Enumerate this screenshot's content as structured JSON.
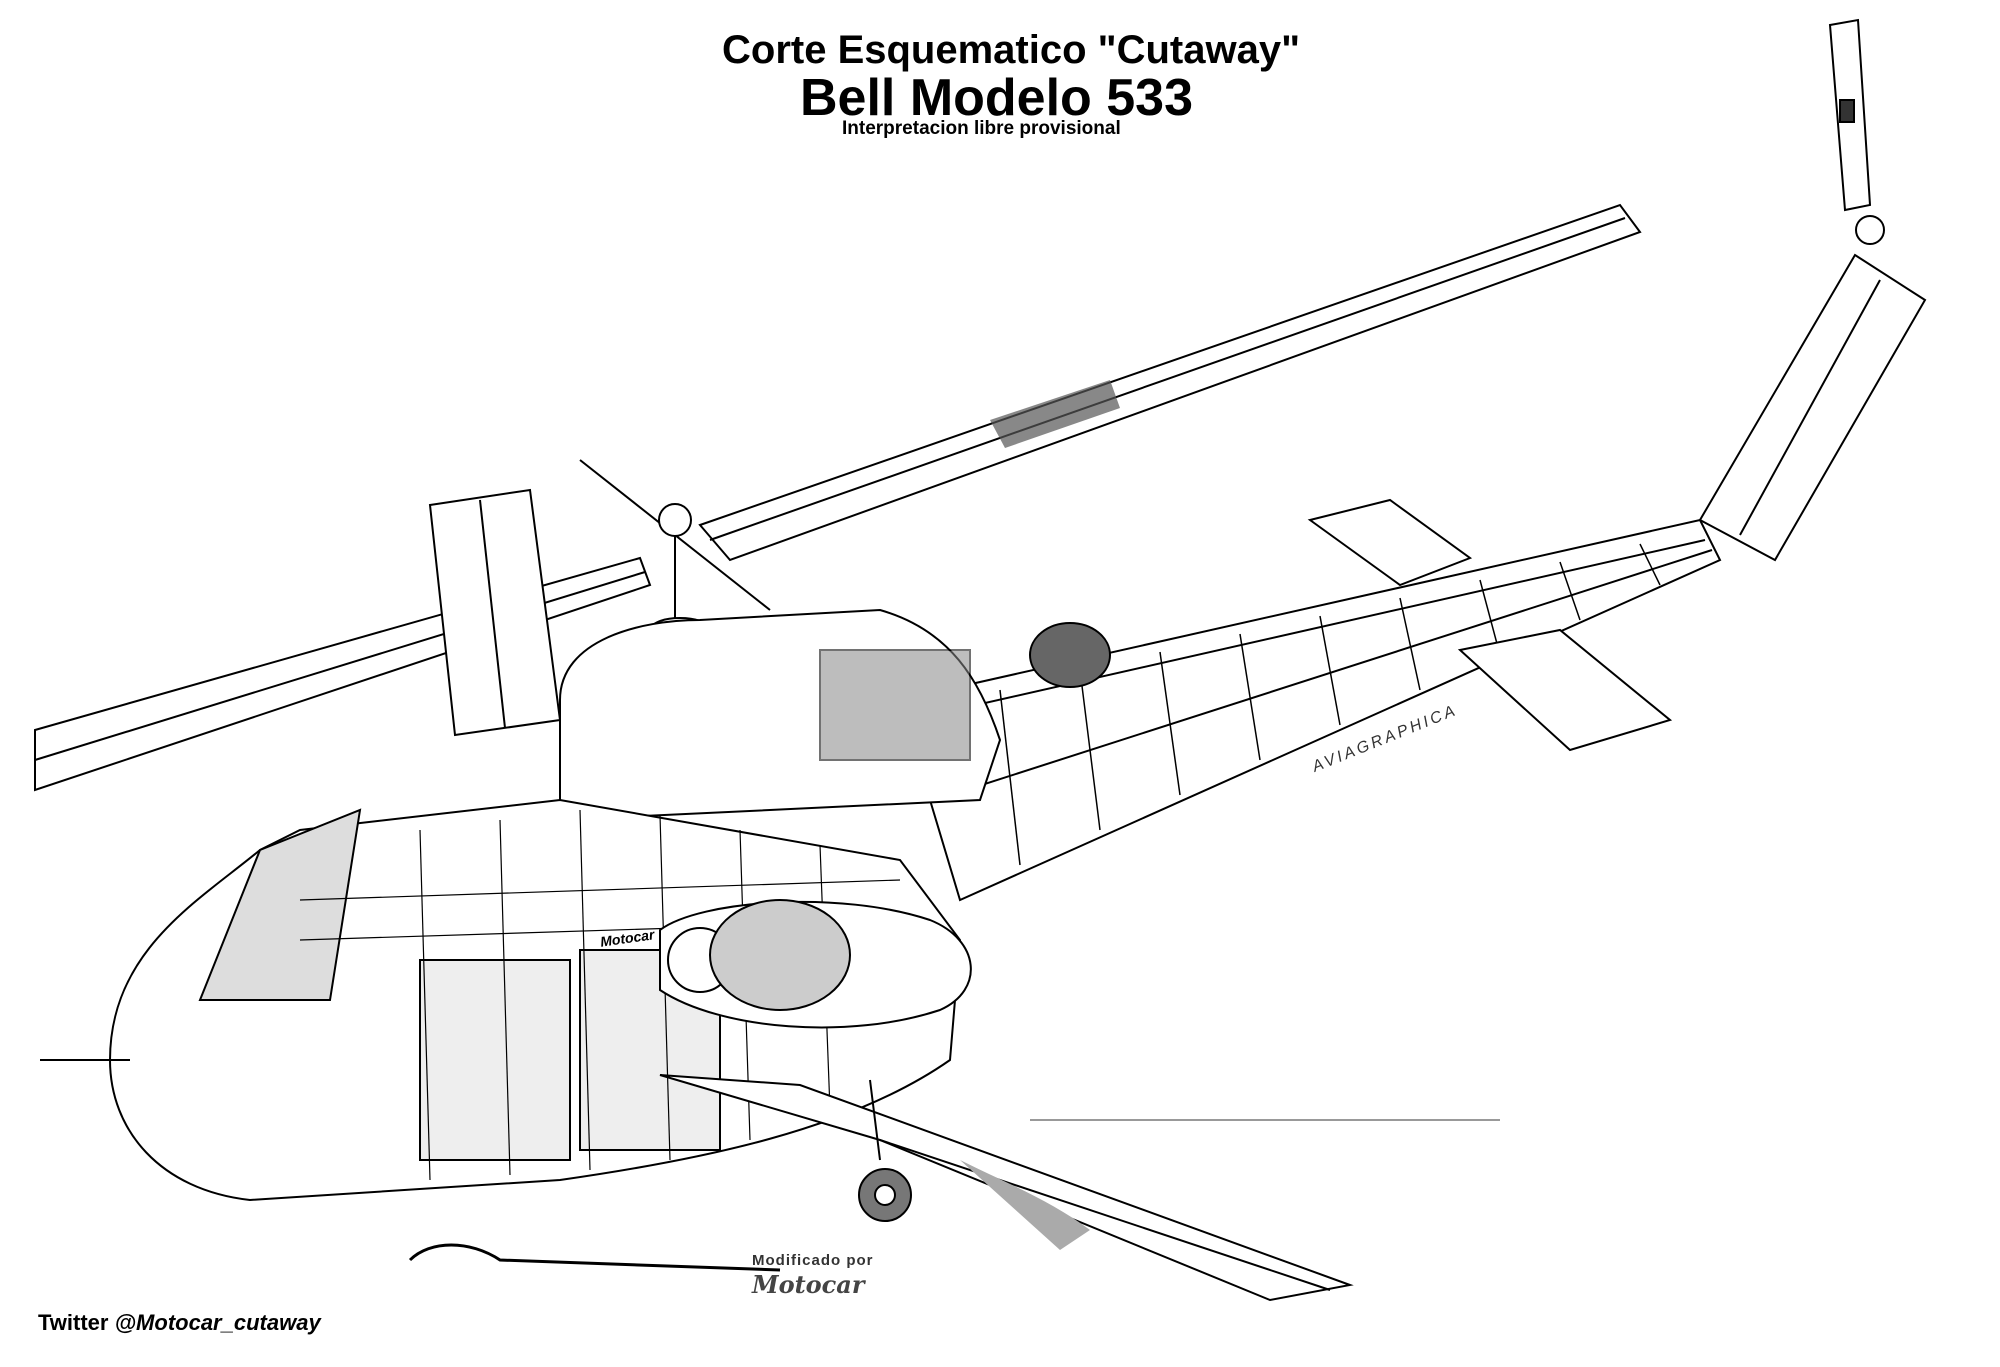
{
  "header": {
    "line1": "Corte Esquematico \"Cutaway\"",
    "line2": "Bell Modelo 533",
    "line3": "Interpretacion libre provisional"
  },
  "footer": {
    "twitter_label": "Twitter",
    "twitter_handle": "@Motocar_cutaway",
    "modified_by": "Modificado por",
    "modifier_signature": "Motocar"
  },
  "artwork": {
    "artist_credit": "AVIAGRAPHICA",
    "fuselage_logo": "Motocar"
  },
  "colors": {
    "ink": "#000000",
    "paper": "#ffffff",
    "shade": "#9a9a9a"
  }
}
